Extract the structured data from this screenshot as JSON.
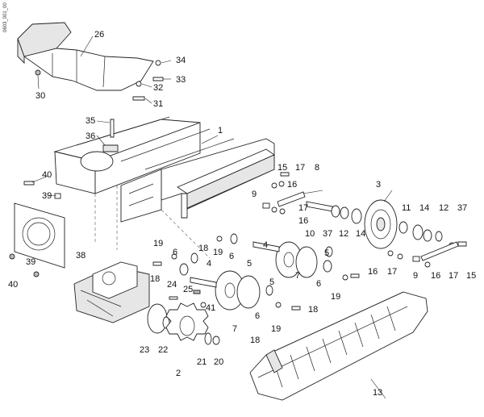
{
  "side_code": "0603_001_00",
  "callouts": {
    "c1": "1",
    "c2": "2",
    "c3": "3",
    "c4a": "4",
    "c4b": "4",
    "c5a": "5",
    "c5b": "5",
    "c6a": "6",
    "c6b": "6",
    "c6c": "6",
    "c6d": "6",
    "c7a": "7",
    "c7b": "7",
    "c8": "8",
    "c9a": "9",
    "c9b": "9",
    "c10": "10",
    "c11": "11",
    "c12a": "12",
    "c12b": "12",
    "c13": "13",
    "c14a": "14",
    "c14b": "14",
    "c15a": "15",
    "c15b": "15",
    "c16a": "16",
    "c16b": "16",
    "c16c": "16",
    "c16d": "16",
    "c17a": "17",
    "c17b": "17",
    "c17c": "17",
    "c17d": "17",
    "c18a": "18",
    "c18b": "18",
    "c18c": "18",
    "c18d": "18",
    "c19a": "19",
    "c19b": "19",
    "c19c": "19",
    "c19d": "19",
    "c20": "20",
    "c21": "21",
    "c22": "22",
    "c23": "23",
    "c24": "24",
    "c25": "25",
    "c26": "26",
    "c30": "30",
    "c31": "31",
    "c32": "32",
    "c33": "33",
    "c34": "34",
    "c35": "35",
    "c36": "36",
    "c37a": "37",
    "c37b": "37",
    "c38": "38",
    "c39a": "39",
    "c39b": "39",
    "c40a": "40",
    "c40b": "40",
    "c41": "41"
  }
}
